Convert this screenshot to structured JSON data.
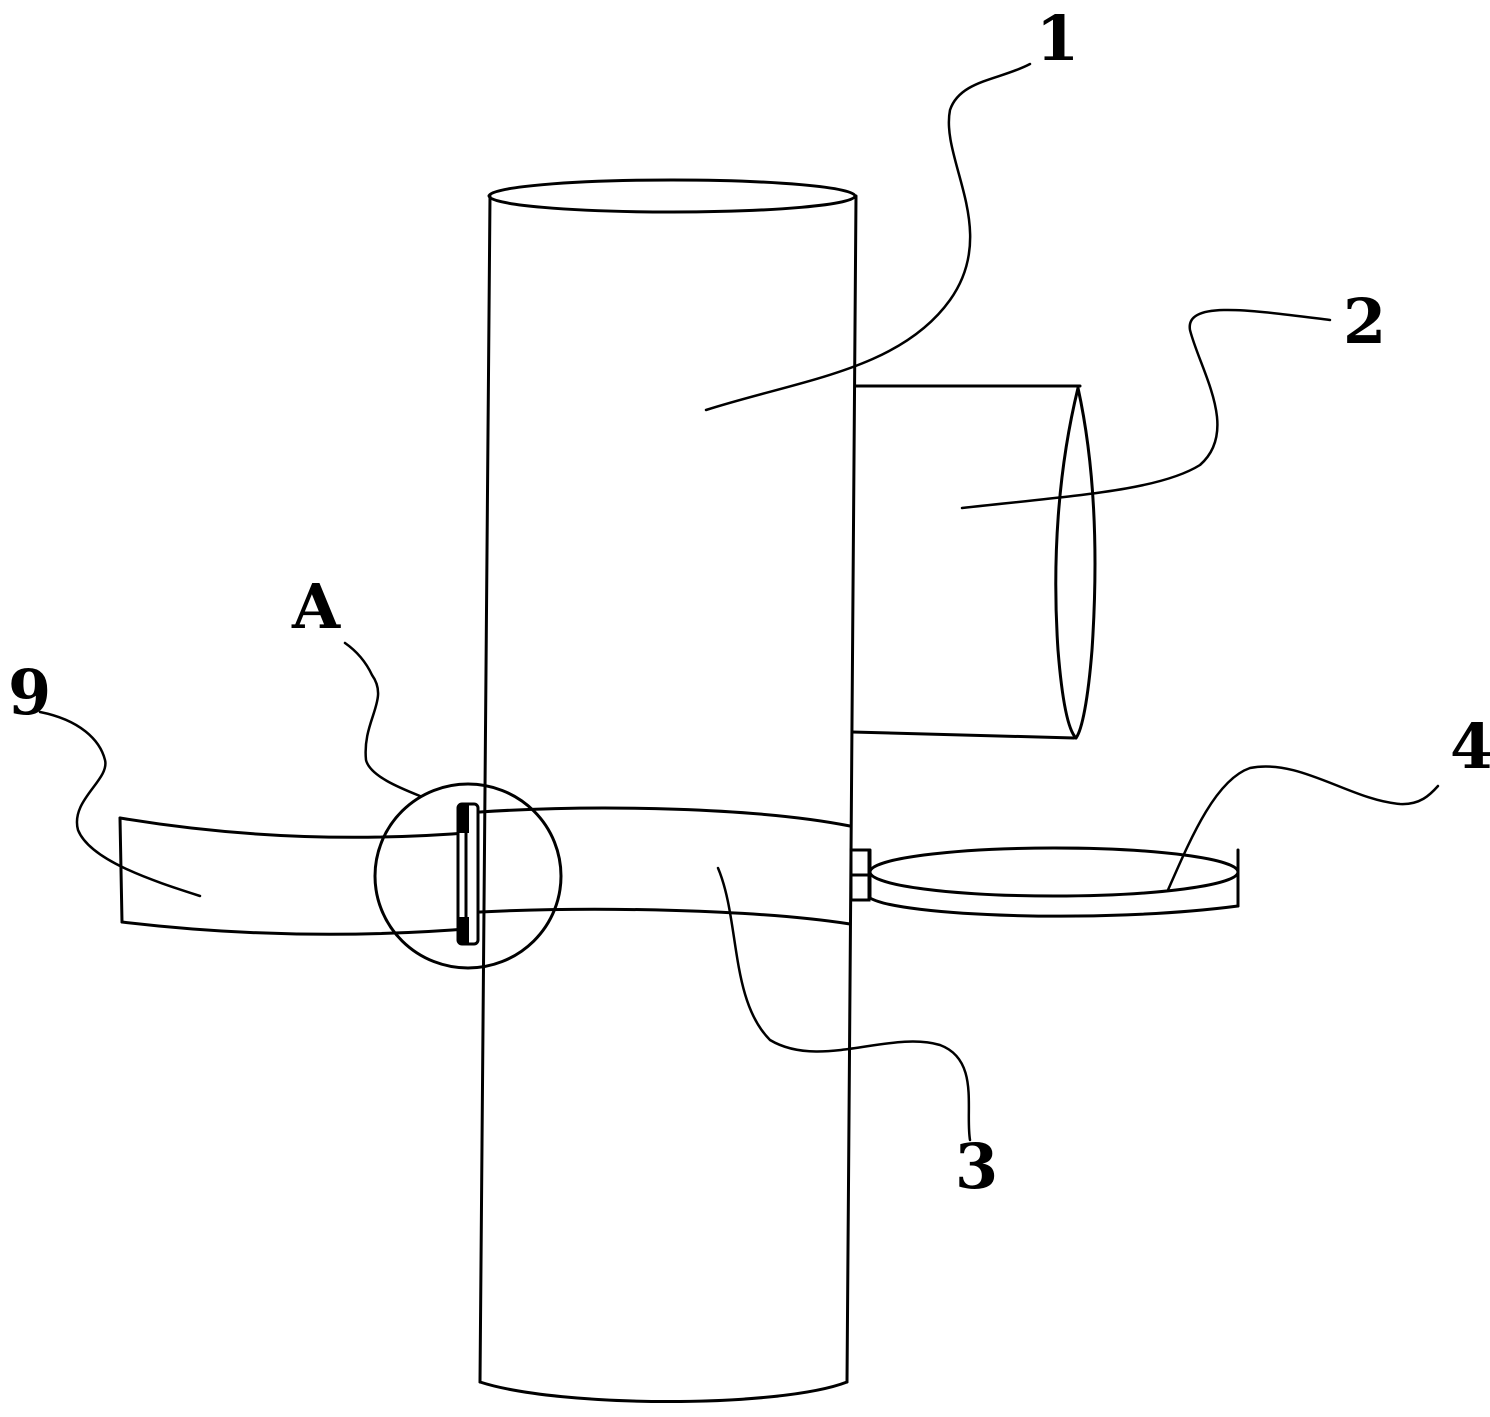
{
  "labels": {
    "part_1": "1",
    "part_2": "2",
    "part_3": "3",
    "part_4": "4",
    "part_9": "9",
    "detail_a": "A"
  },
  "colors": {
    "line": "#000000",
    "background": "#ffffff"
  }
}
